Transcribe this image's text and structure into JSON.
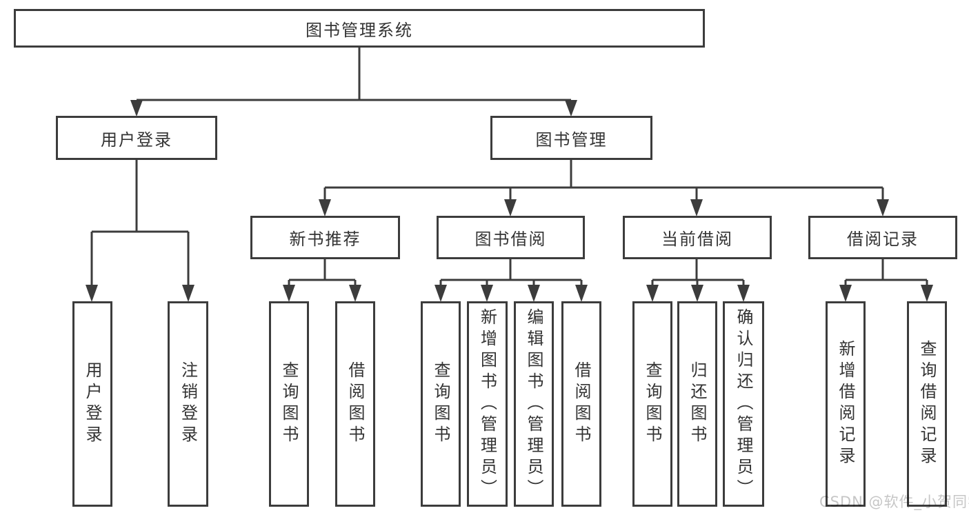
{
  "diagram": {
    "root": {
      "label": "图书管理系统"
    },
    "branches": [
      {
        "label": "用户登录",
        "children": [
          {
            "label": "用户登录"
          },
          {
            "label": "注销登录"
          }
        ]
      },
      {
        "label": "图书管理",
        "children": [
          {
            "label": "新书推荐",
            "children": [
              {
                "label": "查询图书"
              },
              {
                "label": "借阅图书"
              }
            ]
          },
          {
            "label": "图书借阅",
            "children": [
              {
                "label": "查询图书"
              },
              {
                "label": "新增图书（管理员）"
              },
              {
                "label": "编辑图书（管理员）"
              },
              {
                "label": "借阅图书"
              }
            ]
          },
          {
            "label": "当前借阅",
            "children": [
              {
                "label": "查询图书"
              },
              {
                "label": "归还图书"
              },
              {
                "label": "确认归还（管理员）"
              }
            ]
          },
          {
            "label": "借阅记录",
            "children": [
              {
                "label": "新增借阅记录"
              },
              {
                "label": "查询借阅记录"
              }
            ]
          }
        ]
      }
    ]
  },
  "watermark": {
    "text": "CSDN @软件_小贺同学",
    "color": "#c6c6c6"
  },
  "colors": {
    "line": "#3c3c3c",
    "box_border": "#3c3c3c",
    "text": "#333333",
    "background": "#ffffff"
  }
}
